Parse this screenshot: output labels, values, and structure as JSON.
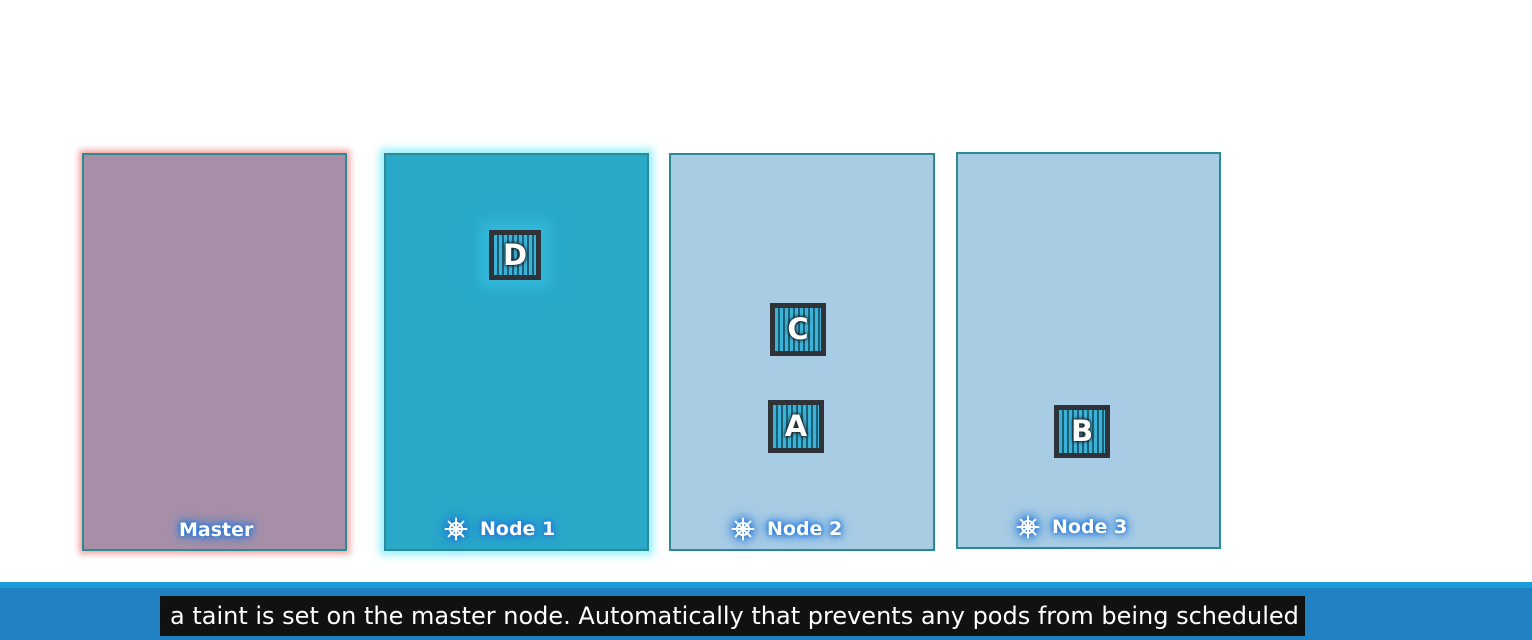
{
  "nodes": [
    {
      "id": "master",
      "label": "Master",
      "color": "#a68fa7",
      "has_icon": false
    },
    {
      "id": "node1",
      "label": "Node 1",
      "color": "#29a8c8",
      "has_icon": true
    },
    {
      "id": "node2",
      "label": "Node 2",
      "color": "#a8cce4",
      "has_icon": true
    },
    {
      "id": "node3",
      "label": "Node 3",
      "color": "#a8cce4",
      "has_icon": true
    }
  ],
  "pods": [
    {
      "label": "D",
      "node": "node1"
    },
    {
      "label": "C",
      "node": "node2"
    },
    {
      "label": "A",
      "node": "node2"
    },
    {
      "label": "B",
      "node": "node3"
    }
  ],
  "icons": {
    "node": "kubernetes-helm-icon",
    "pod": "container-icon"
  },
  "colors": {
    "master_glow": "#f08282",
    "node1_glow": "#6eebf5",
    "label_glow": "#1d73d9",
    "subtitle_bar": "#2181c3",
    "subtitle_background": "#111111"
  },
  "subtitle": {
    "text": "a taint is set on the master node. Automatically that prevents any pods from being scheduled"
  }
}
